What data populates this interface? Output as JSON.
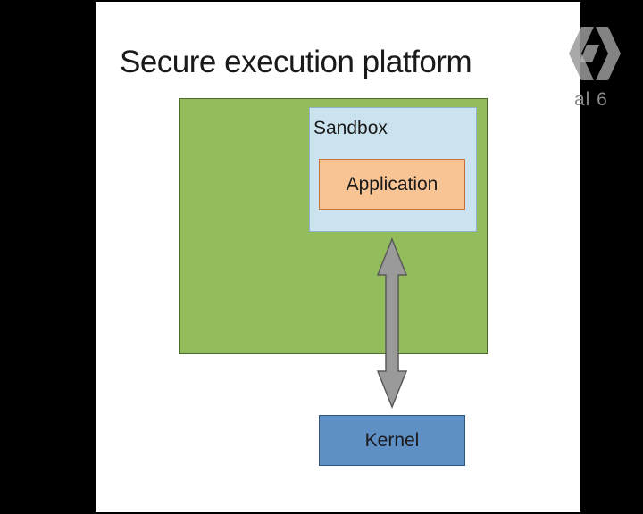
{
  "slide": {
    "title": "Secure execution platform"
  },
  "diagram": {
    "sandbox_label": "Sandbox",
    "application_label": "Application",
    "kernel_label": "Kernel"
  },
  "overlay": {
    "channel_text": "al 6"
  },
  "colors": {
    "platform": "#93bc5c",
    "sandbox": "#cbe3ef",
    "application": "#f9c494",
    "kernel": "#5e8fc5",
    "arrow": "#9a9a9a"
  },
  "icons": {
    "channel_logo": "channel-logo-icon",
    "arrow": "double-arrow-icon"
  }
}
